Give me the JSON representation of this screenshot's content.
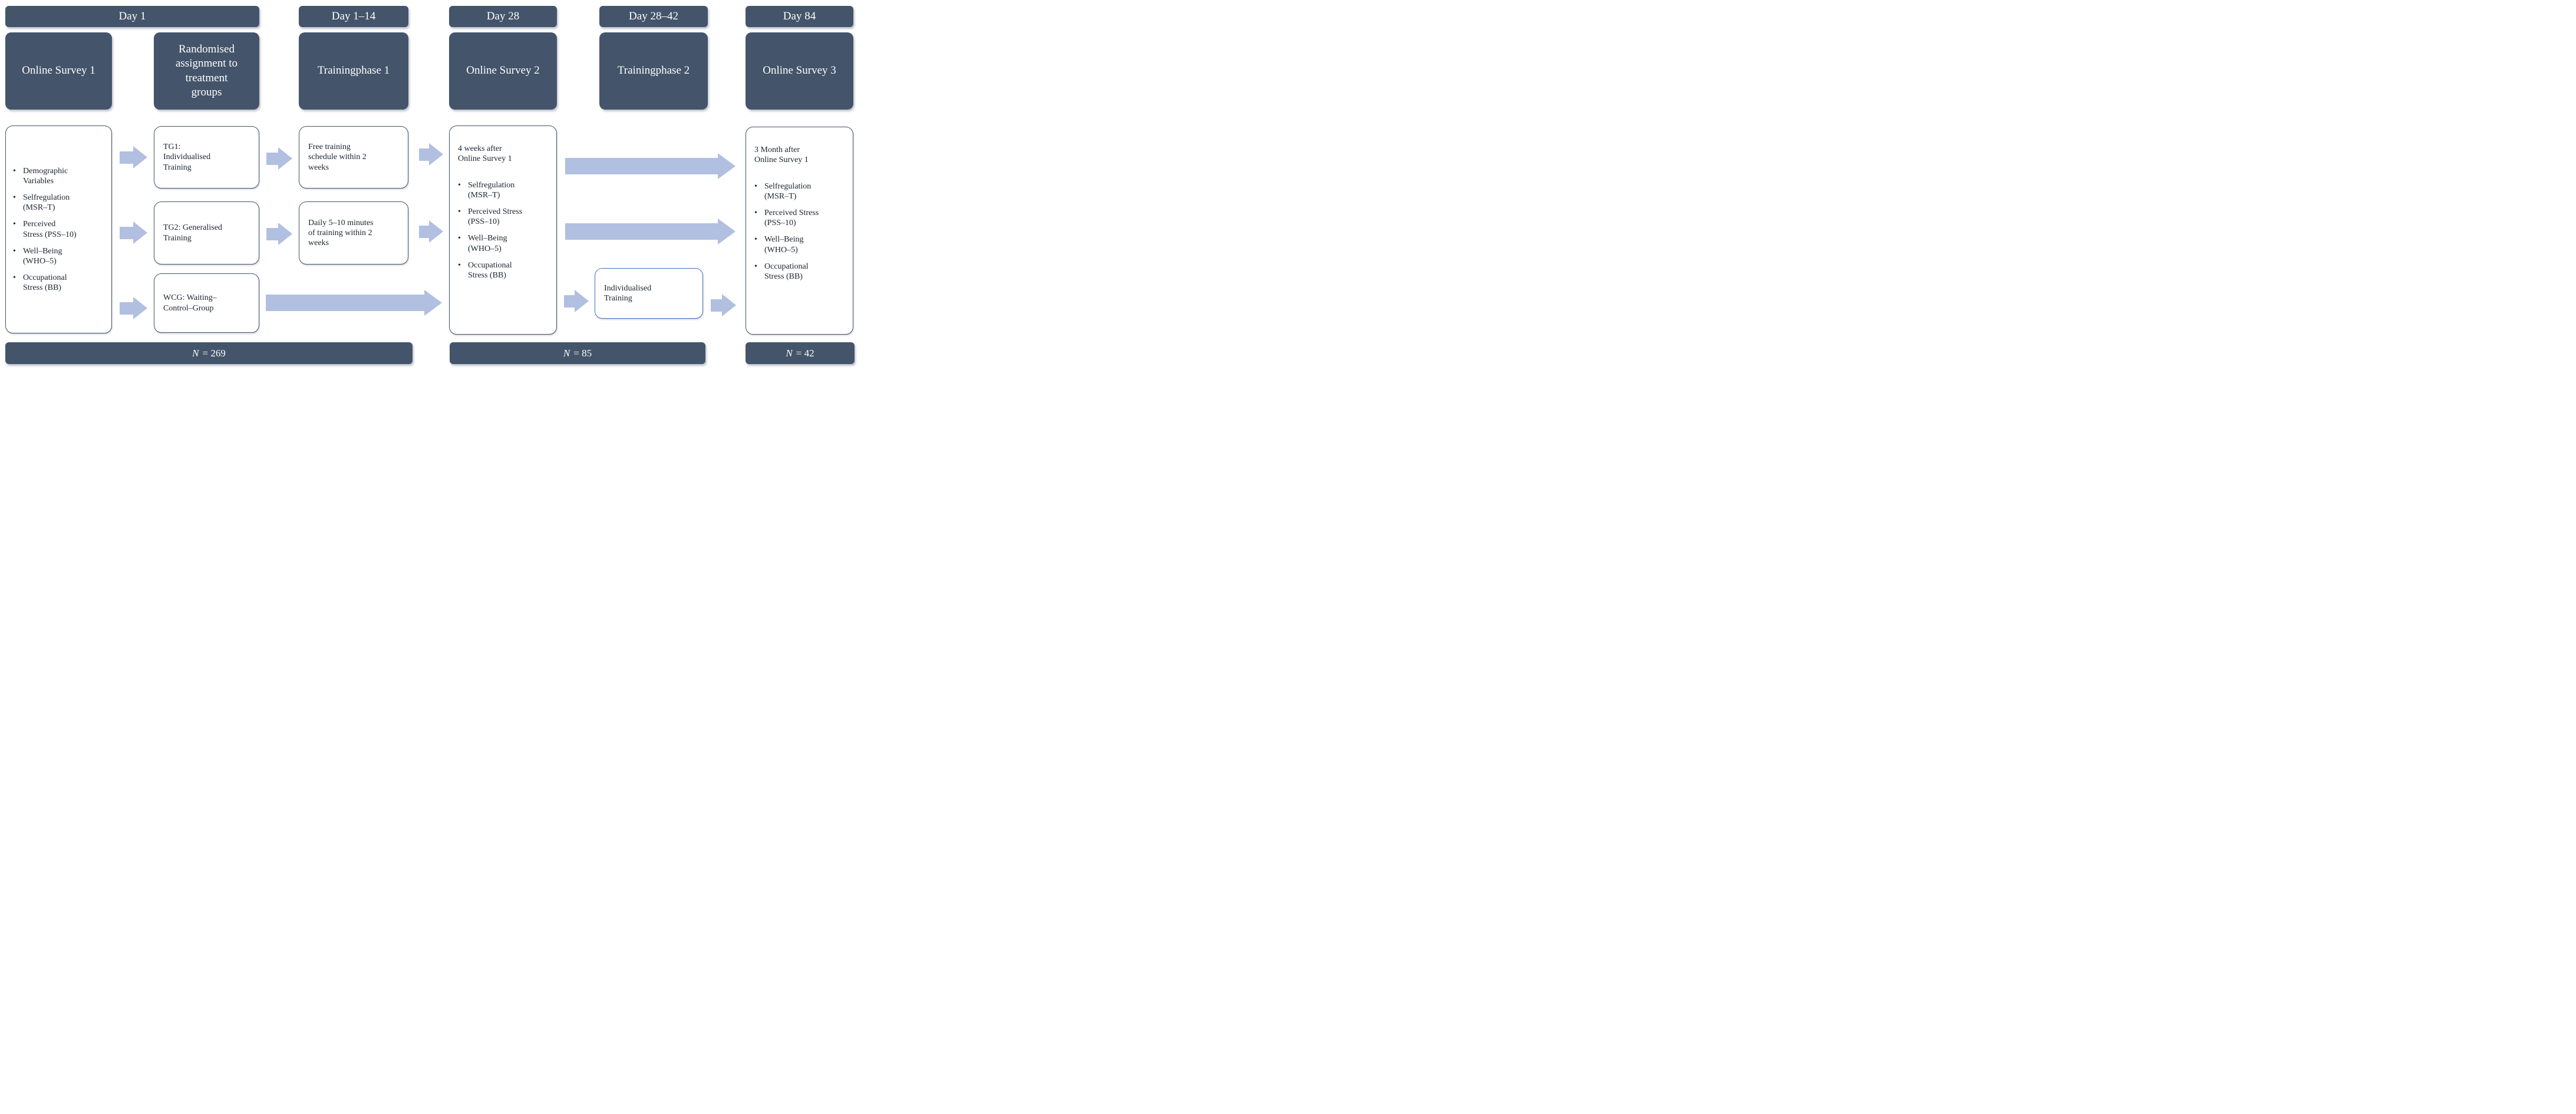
{
  "bullet_char": "•",
  "colors": {
    "dark_slate": "#44546A",
    "arrow_fill": "#B1BFE1",
    "accent_blue_border": "#4472C4",
    "body_text": "#1B2430"
  },
  "timeline": [
    "Day 1",
    "Day 1–14",
    "Day 28",
    "Day 28–42",
    "Day 84"
  ],
  "stages": [
    "Online Survey 1",
    "Randomised\nassignment to\ntreatment\ngroups",
    "Trainingphase 1",
    "Online Survey 2",
    "Trainingphase 2",
    "Online Survey 3"
  ],
  "survey1": {
    "bullets": [
      "Demographic\nVariables",
      "Selfregulation\n(MSR–T)",
      "Perceived\nStress (PSS–10)",
      "Well–Being\n(WHO–5)",
      "Occupational\nStress (BB)"
    ]
  },
  "groups": [
    "TG1:\nIndividualised\nTraining",
    "TG2: Generalised\nTraining",
    "WCG: Waiting–\nControl–Group"
  ],
  "training1": [
    "Free training\nschedule within 2\nweeks",
    "Daily 5–10 minutes\nof training within 2\nweeks"
  ],
  "survey2": {
    "heading": "4 weeks after\nOnline Survey 1",
    "bullets": [
      "Selfregulation\n(MSR–T)",
      "Perceived Stress\n(PSS–10)",
      "Well–Being\n(WHO–5)",
      "Occupational\nStress (BB)"
    ]
  },
  "training2": "Individualised\nTraining",
  "survey3": {
    "heading": "3 Month after\nOnline Survey 1",
    "bullets": [
      "Selfregulation\n(MSR–T)",
      "Perceived Stress\n(PSS–10)",
      "Well–Being\n(WHO–5)",
      "Occupational\nStress (BB)"
    ]
  },
  "samples": [
    {
      "symbol": "N",
      "value": "= 269"
    },
    {
      "symbol": "N",
      "value": "= 85"
    },
    {
      "symbol": "N",
      "value": "= 42"
    }
  ]
}
